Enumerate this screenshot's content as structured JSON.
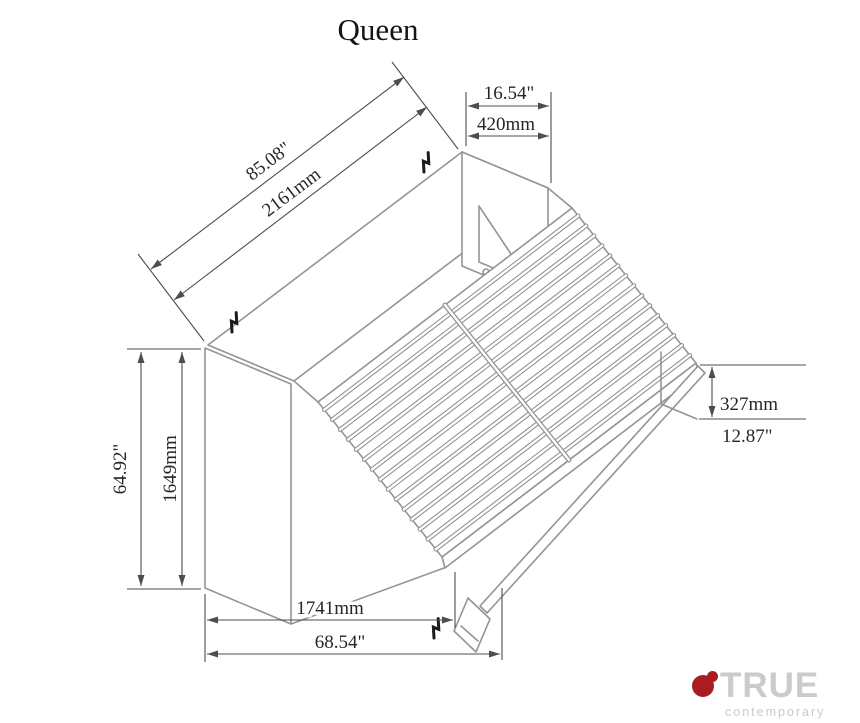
{
  "title": "Queen",
  "dimensions": {
    "depth_in": "16.54\"",
    "depth_mm": "420mm",
    "length_in": "85.08\"",
    "length_mm": "2161mm",
    "height_in": "64.92\"",
    "height_mm": "1649mm",
    "drop_mm": "327mm",
    "drop_in": "12.87\"",
    "base_mm": "1741mm",
    "base_in": "68.54\""
  },
  "logo": {
    "brand": "TRUE",
    "tagline": "contemporary"
  },
  "colors": {
    "outline": "#949494",
    "dimension": "#4d4d4d",
    "label": "#262626",
    "logo_text": "#cbcbcb",
    "logo_dot": "#a91d22"
  }
}
